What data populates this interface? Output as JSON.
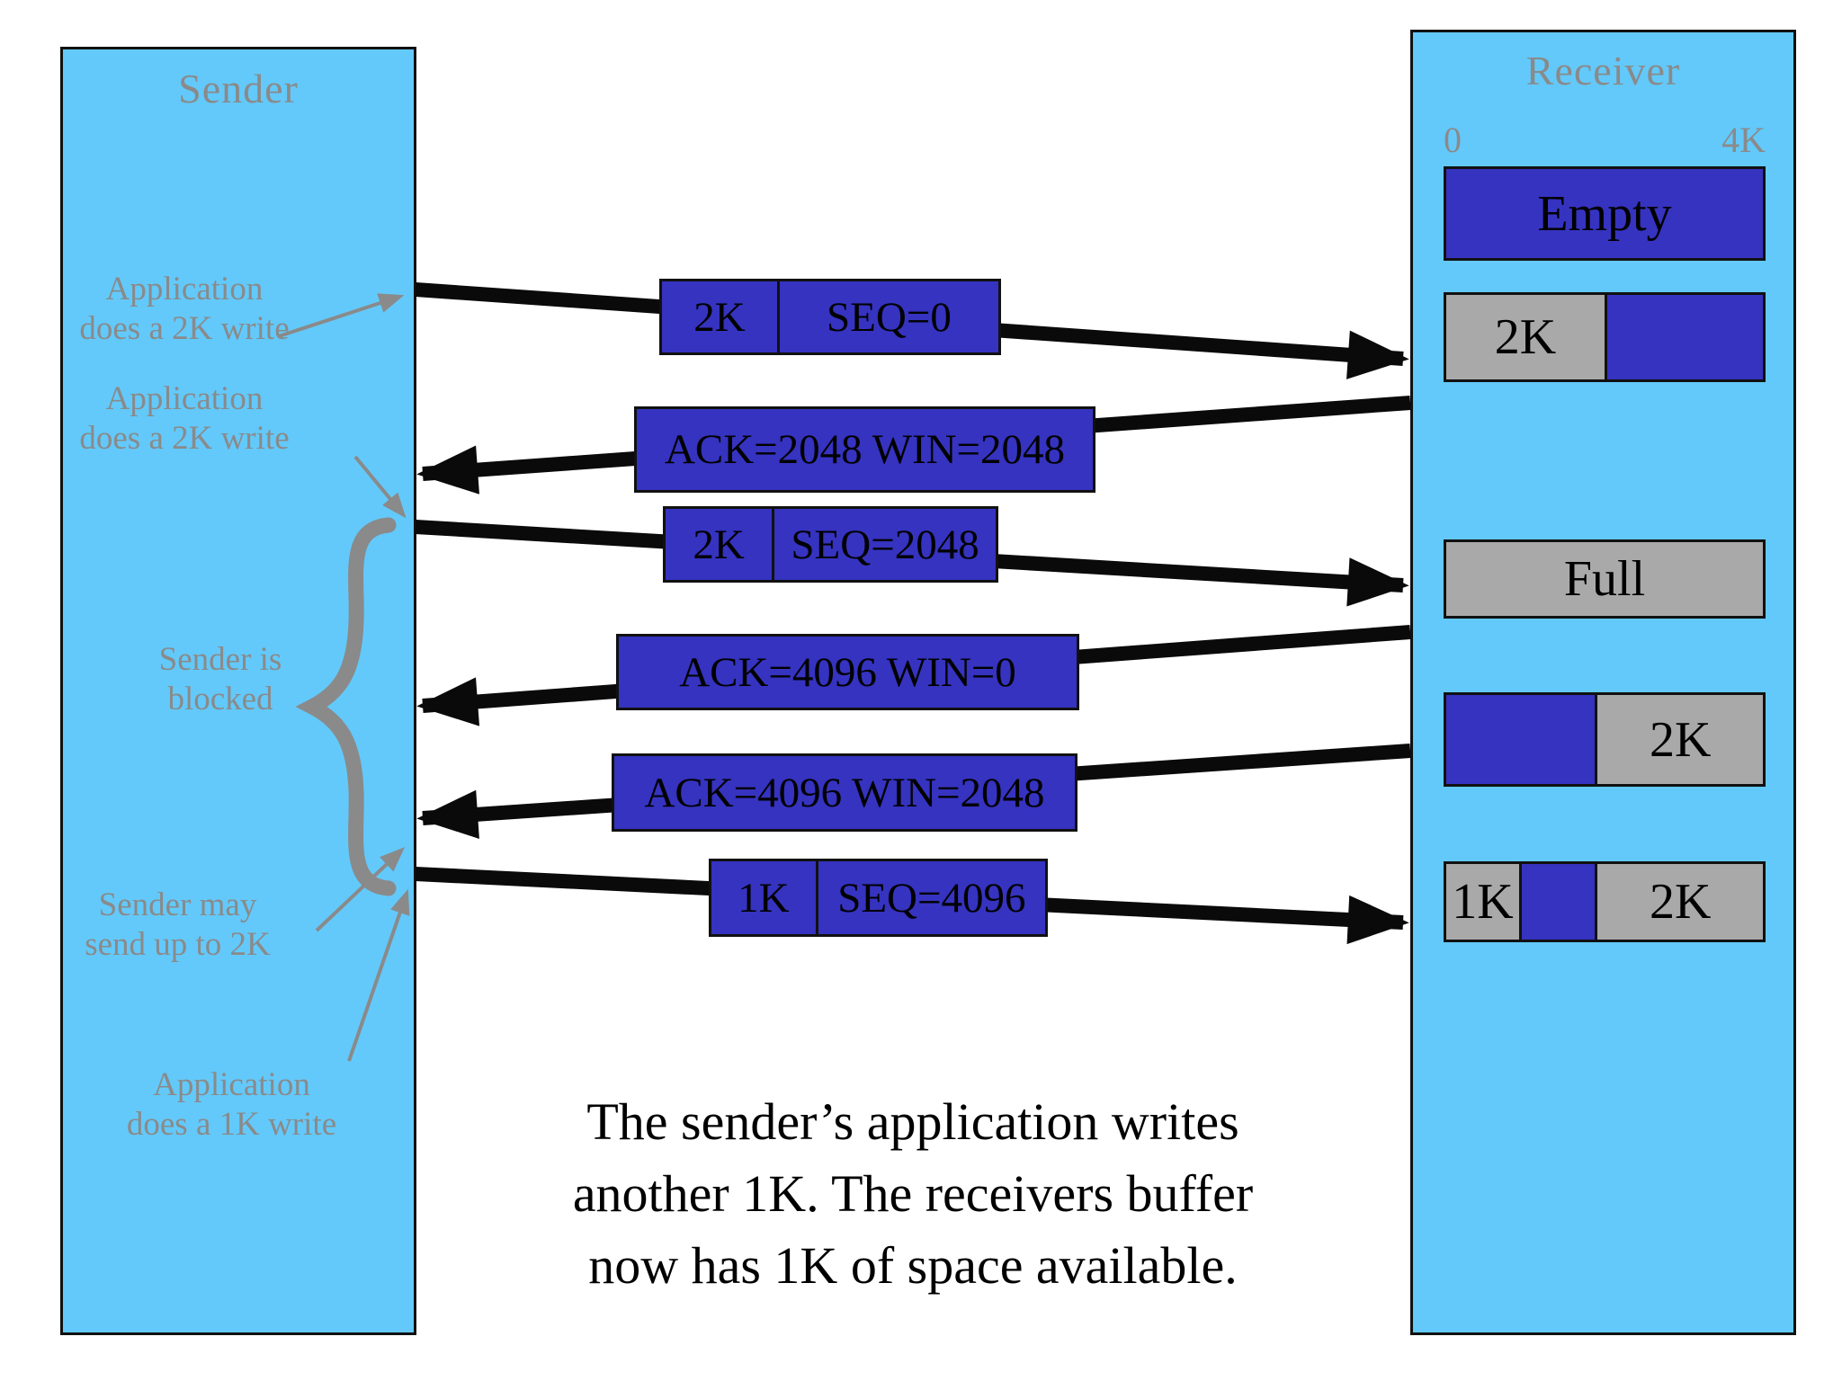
{
  "sender": {
    "title": "Sender",
    "annotations": {
      "write2k_1": [
        "Application",
        "does a 2K write"
      ],
      "write2k_2": [
        "Application",
        "does a 2K write"
      ],
      "blocked": [
        "Sender is",
        "blocked"
      ],
      "may_send": [
        "Sender may",
        "send up to 2K"
      ],
      "write1k": [
        "Application",
        "does a 1K write"
      ]
    }
  },
  "receiver": {
    "title": "Receiver",
    "scale": {
      "start": "0",
      "end": "4K"
    },
    "buffers": [
      {
        "name": "empty",
        "segments": [
          {
            "type": "free",
            "label": "Empty"
          }
        ]
      },
      {
        "name": "2k-received",
        "segments": [
          {
            "type": "data",
            "label": "2K"
          },
          {
            "type": "free",
            "label": ""
          }
        ]
      },
      {
        "name": "full",
        "segments": [
          {
            "type": "data",
            "label": "Full"
          }
        ]
      },
      {
        "name": "app-read-2k",
        "segments": [
          {
            "type": "free",
            "label": ""
          },
          {
            "type": "data",
            "label": "2K"
          }
        ]
      },
      {
        "name": "1k-more-received",
        "segments": [
          {
            "type": "data",
            "label": "1K"
          },
          {
            "type": "free",
            "label": ""
          },
          {
            "type": "data",
            "label": "2K"
          }
        ]
      }
    ]
  },
  "messages": [
    {
      "kind": "segment",
      "size": "2K",
      "info": "SEQ=0"
    },
    {
      "kind": "ack",
      "info": "ACK=2048 WIN=2048"
    },
    {
      "kind": "segment",
      "size": "2K",
      "info": "SEQ=2048"
    },
    {
      "kind": "ack",
      "info": "ACK=4096 WIN=0"
    },
    {
      "kind": "ack",
      "info": "ACK=4096 WIN=2048"
    },
    {
      "kind": "segment",
      "size": "1K",
      "info": "SEQ=4096"
    }
  ],
  "caption": [
    "The sender’s application writes",
    "another 1K.  The receivers buffer",
    "now has 1K of space available."
  ],
  "colors": {
    "panel_blue": "#63C9FA",
    "buffer_blue": "#3533BF",
    "buffer_gray": "#A9A9A9",
    "annotation_gray": "#8A8A8A",
    "arrow_black": "#0A0A0A"
  }
}
